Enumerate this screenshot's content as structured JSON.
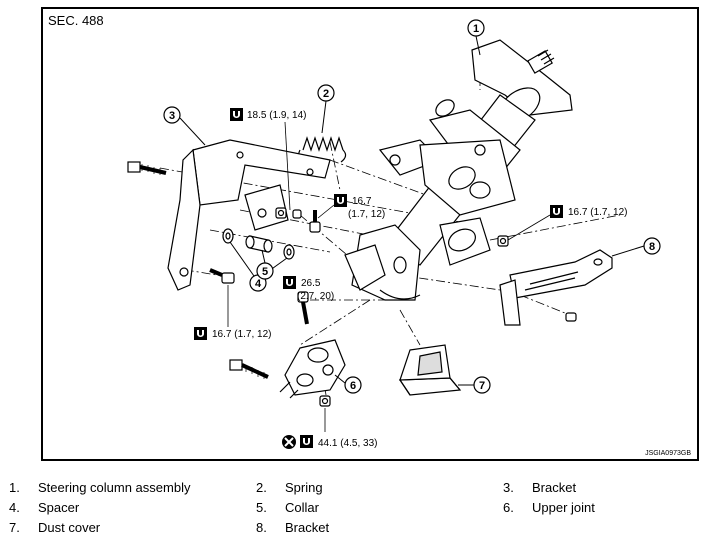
{
  "section_label": "SEC. 488",
  "figure_code": "JSGIA0973GB",
  "callouts": [
    "1",
    "2",
    "3",
    "4",
    "5",
    "6",
    "7",
    "8"
  ],
  "torques": {
    "t1": "18.5 (1.9, 14)",
    "t2_line1": "16.7",
    "t2_line2": "(1.7, 12)",
    "t3": "16.7 (1.7, 12)",
    "t4_line1": "26.5",
    "t4_line2": "(2.7, 20)",
    "t5": "16.7 (1.7, 12)",
    "t6": "44.1 (4.5, 33)"
  },
  "legend": [
    {
      "num": "1.",
      "name": "Steering column assembly"
    },
    {
      "num": "2.",
      "name": "Spring"
    },
    {
      "num": "3.",
      "name": "Bracket"
    },
    {
      "num": "4.",
      "name": "Spacer"
    },
    {
      "num": "5.",
      "name": "Collar"
    },
    {
      "num": "6.",
      "name": "Upper joint"
    },
    {
      "num": "7.",
      "name": "Dust cover"
    },
    {
      "num": "8.",
      "name": "Bracket"
    }
  ]
}
